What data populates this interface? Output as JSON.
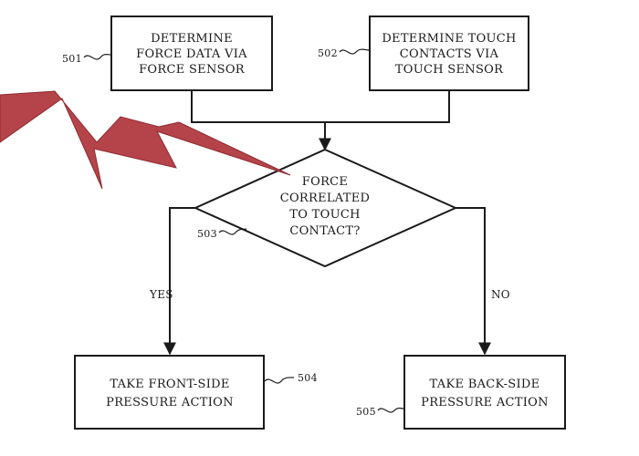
{
  "diagram": {
    "nodes": {
      "n501": {
        "ref": "501",
        "lines": [
          "DETERMINE",
          "FORCE DATA VIA",
          "FORCE SENSOR"
        ]
      },
      "n502": {
        "ref": "502",
        "lines": [
          "DETERMINE TOUCH",
          "CONTACTS VIA",
          "TOUCH SENSOR"
        ]
      },
      "n503": {
        "ref": "503",
        "lines": [
          "FORCE",
          "CORRELATED",
          "TO TOUCH",
          "CONTACT?"
        ]
      },
      "n504": {
        "ref": "504",
        "lines": [
          "TAKE FRONT-SIDE",
          "PRESSURE ACTION"
        ]
      },
      "n505": {
        "ref": "505",
        "lines": [
          "TAKE BACK-SIDE",
          "PRESSURE ACTION"
        ]
      }
    },
    "branches": {
      "yes": "YES",
      "no": "NO"
    },
    "colors": {
      "line": "#1a1a1a",
      "lightning_fill": "#b5444a",
      "lightning_edge": "#8e2a30"
    }
  }
}
